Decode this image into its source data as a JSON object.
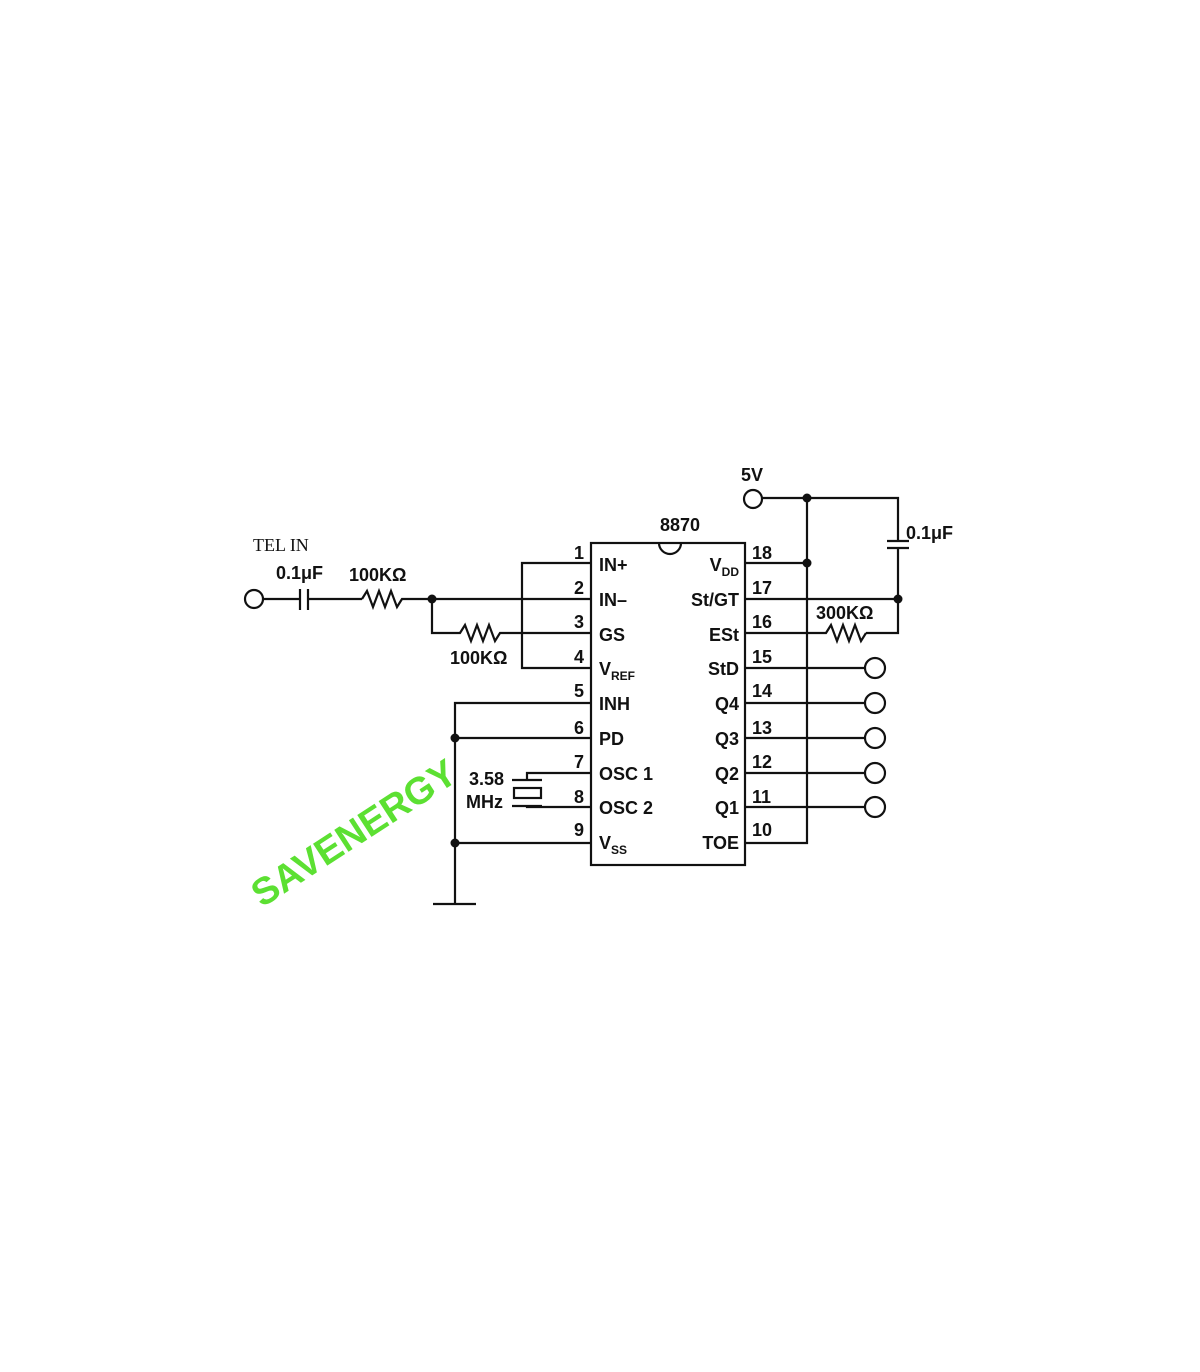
{
  "chip": {
    "name": "8870"
  },
  "input": {
    "label": "TEL IN",
    "cap": "0.1μF",
    "r1": "100KΩ",
    "r2": "100KΩ"
  },
  "power": {
    "label": "5V",
    "cap": "0.1μF",
    "r3": "300KΩ"
  },
  "crystal": {
    "line1": "3.58",
    "line2": "MHz"
  },
  "left_pins": [
    {
      "num": "1",
      "name": "IN+",
      "sub": ""
    },
    {
      "num": "2",
      "name": "IN–",
      "sub": ""
    },
    {
      "num": "3",
      "name": "GS",
      "sub": ""
    },
    {
      "num": "4",
      "name": "V",
      "sub": "REF"
    },
    {
      "num": "5",
      "name": "INH",
      "sub": ""
    },
    {
      "num": "6",
      "name": "PD",
      "sub": ""
    },
    {
      "num": "7",
      "name": "OSC 1",
      "sub": ""
    },
    {
      "num": "8",
      "name": "OSC 2",
      "sub": ""
    },
    {
      "num": "9",
      "name": "V",
      "sub": "SS"
    }
  ],
  "right_pins": [
    {
      "num": "18",
      "name": "V",
      "sub": "DD"
    },
    {
      "num": "17",
      "name": "St/GT",
      "sub": ""
    },
    {
      "num": "16",
      "name": "ESt",
      "sub": ""
    },
    {
      "num": "15",
      "name": "StD",
      "sub": ""
    },
    {
      "num": "14",
      "name": "Q4",
      "sub": ""
    },
    {
      "num": "13",
      "name": "Q3",
      "sub": ""
    },
    {
      "num": "12",
      "name": "Q2",
      "sub": ""
    },
    {
      "num": "11",
      "name": "Q1",
      "sub": ""
    },
    {
      "num": "10",
      "name": "TOE",
      "sub": ""
    }
  ],
  "watermark": "SAVENERGY"
}
